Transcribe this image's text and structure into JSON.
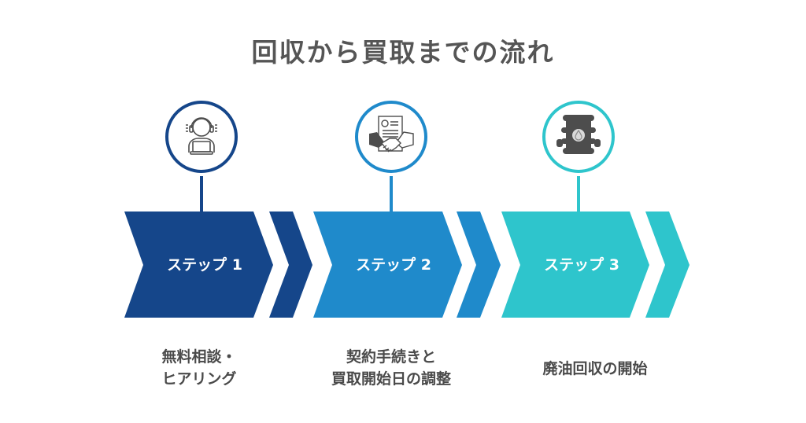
{
  "title": "回収から買取までの流れ",
  "colors": {
    "step1": "#15468a",
    "step2": "#1f8acb",
    "step3": "#2ec5cc",
    "icon": "#4d4d4d",
    "text": "#4a4a4a"
  },
  "steps": [
    {
      "label": "ステップ 1",
      "icon": "headset-operator-icon",
      "desc_lines": [
        "無料相談・",
        "ヒアリング"
      ]
    },
    {
      "label": "ステップ 2",
      "icon": "handshake-contract-icon",
      "desc_lines": [
        "契約手続きと",
        "買取開始日の調整"
      ]
    },
    {
      "label": "ステップ 3",
      "icon": "oil-drum-icon",
      "desc_lines": [
        "廃油回収の開始"
      ]
    }
  ]
}
